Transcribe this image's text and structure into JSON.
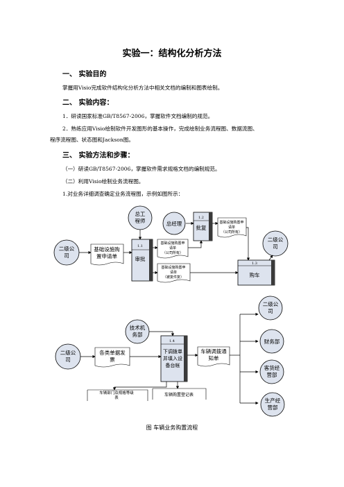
{
  "title": "实验一：结构化分析方法",
  "sections": {
    "s1": "一、 实验目的",
    "s1_p1": "掌握用Visio完成软件结构化分析方法中相关文档的编制和图表绘制。",
    "s2": "二、 实验内容：",
    "s2_p1": "1．研读国家标准GB/T8567-2006，掌握软件文档编制的规范。",
    "s2_p2a": "2．熟练应用Visio绘制软件开发图形的基本操作，完成绘制业务流程图、数据流图、",
    "s2_p2b": "程序流程图、状态图和Jackson图。",
    "s3": "三、 实验方法和步骤：",
    "s3_p1": "（一）研读GB/T8567-2006，掌握软件需求规格文档的编制规范。",
    "s3_p2": "（二）利用Visio绘制业务流程图。",
    "s3_p3": "1.对业务详细调查确定业务流程图，示例如图所示："
  },
  "diagram": {
    "top": {
      "chief_engineer": [
        "总工",
        "程师"
      ],
      "general_manager": "总经理",
      "dept_left": [
        "二级公",
        "司"
      ],
      "dept_right": [
        "二级公",
        "司"
      ],
      "request_doc": [
        "基础设施购",
        "置申请单"
      ],
      "p11_id": "1.1",
      "p11_name": "审批",
      "p12_id": "1.2",
      "p12_name": "批复",
      "p13_id": "1.3",
      "p13_name": "购车",
      "doc_a": [
        "基础设施购置申",
        "请单",
        "（公司所有）"
      ],
      "doc_b": [
        "基础设施购置申",
        "请单",
        "（公司所有）"
      ],
      "doc_c": [
        "基础设施购置申",
        "请单",
        "（被复件复）"
      ]
    },
    "bottom": {
      "tech_dept": [
        "技术机",
        "务部"
      ],
      "dept_left": [
        "二级公",
        "司"
      ],
      "docs_invoice": [
        "各类单据发",
        "票"
      ],
      "p14_id": "1.4",
      "p14_name": [
        "下调拨单",
        "并填入设",
        "备台帐"
      ],
      "transfer_notice": [
        "车辆调拨通",
        "知单"
      ],
      "vehicle_dept": [
        "车辆部门及规格等级",
        "表"
      ],
      "vehicle_register": "车辆购置登记表",
      "r1": [
        "二级公",
        "司"
      ],
      "r2": "财务部",
      "r3": [
        "客货经",
        "营部"
      ],
      "r4": [
        "生产经",
        "营部"
      ]
    }
  },
  "caption": "图    车辆业务购置流程"
}
